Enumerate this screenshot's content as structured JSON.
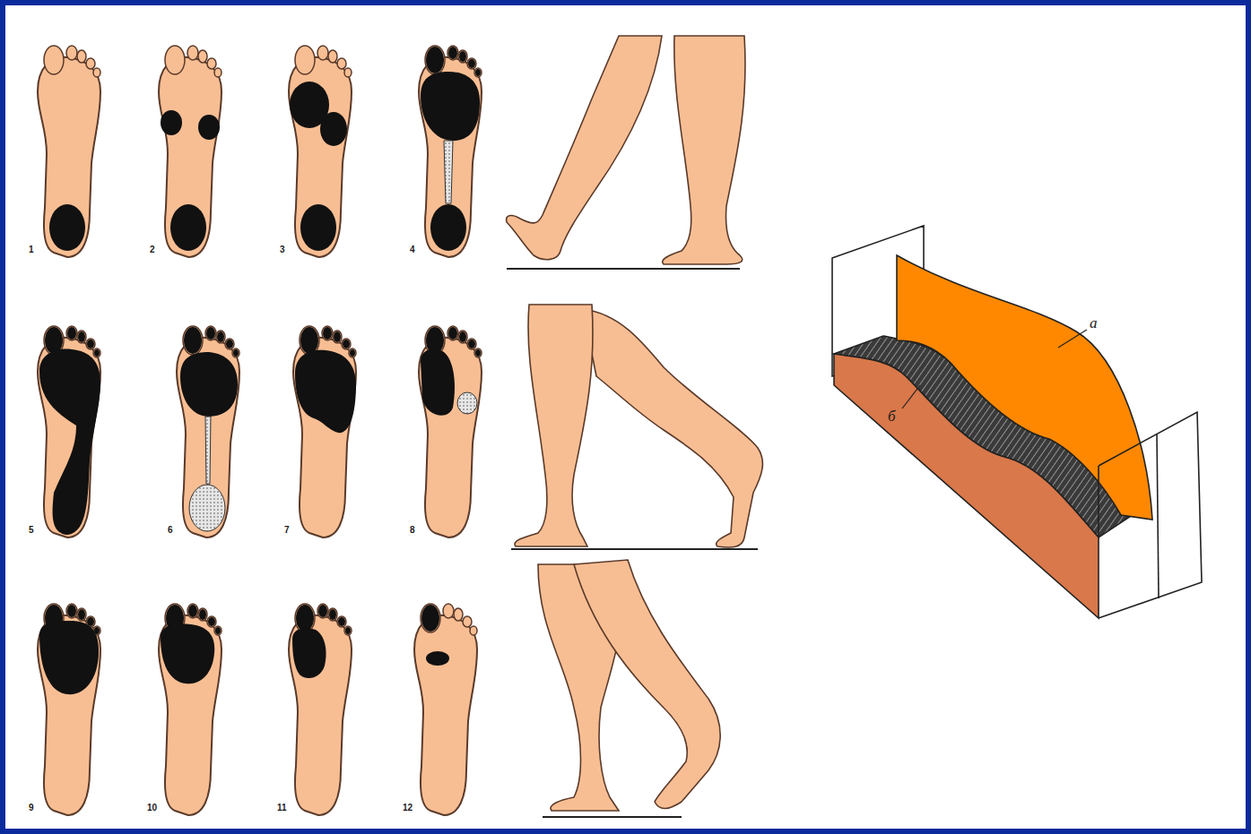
{
  "diagram": {
    "labels": [
      "1",
      "2",
      "3",
      "4",
      "5",
      "6",
      "7",
      "8",
      "9",
      "10",
      "11",
      "12",
      "а",
      "б"
    ]
  }
}
